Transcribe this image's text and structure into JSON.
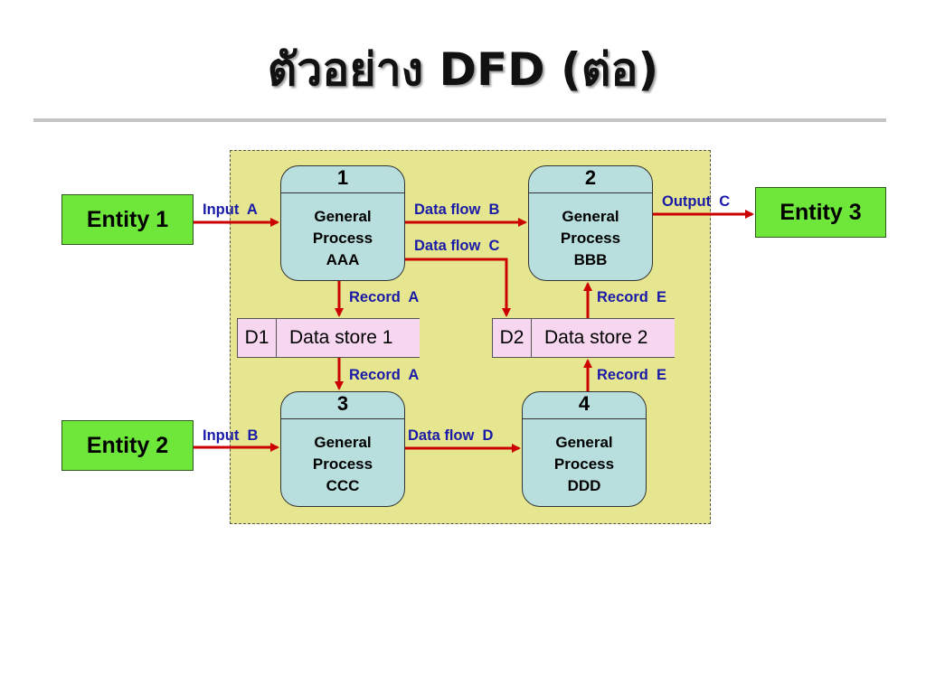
{
  "title": "ตัวอย่าง DFD (ต่อ)",
  "colors": {
    "boundary": "#e6e690",
    "entity": "#6ee63a",
    "process": "#b9dede",
    "store": "#f7d6f0",
    "arrow": "#cc0000",
    "label": "#1a1aa8"
  },
  "entities": {
    "e1": "Entity 1",
    "e2": "Entity 2",
    "e3": "Entity 3"
  },
  "processes": {
    "p1": {
      "number": "1",
      "line1": "General",
      "line2": "Process",
      "line3": "AAA"
    },
    "p2": {
      "number": "2",
      "line1": "General",
      "line2": "Process",
      "line3": "BBB"
    },
    "p3": {
      "number": "3",
      "line1": "General",
      "line2": "Process",
      "line3": "CCC"
    },
    "p4": {
      "number": "4",
      "line1": "General",
      "line2": "Process",
      "line3": "DDD"
    }
  },
  "stores": {
    "d1": {
      "id": "D1",
      "name": "Data store 1"
    },
    "d2": {
      "id": "D2",
      "name": "Data store 2"
    }
  },
  "flows": {
    "input_a": "Input  A",
    "input_b": "Input  B",
    "data_flow_b": "Data flow  B",
    "data_flow_c": "Data flow  C",
    "data_flow_d": "Data flow  D",
    "output_c": "Output  C",
    "record_a_in": "Record  A",
    "record_a_out": "Record  A",
    "record_e_in": "Record  E",
    "record_e_out": "Record  E"
  }
}
